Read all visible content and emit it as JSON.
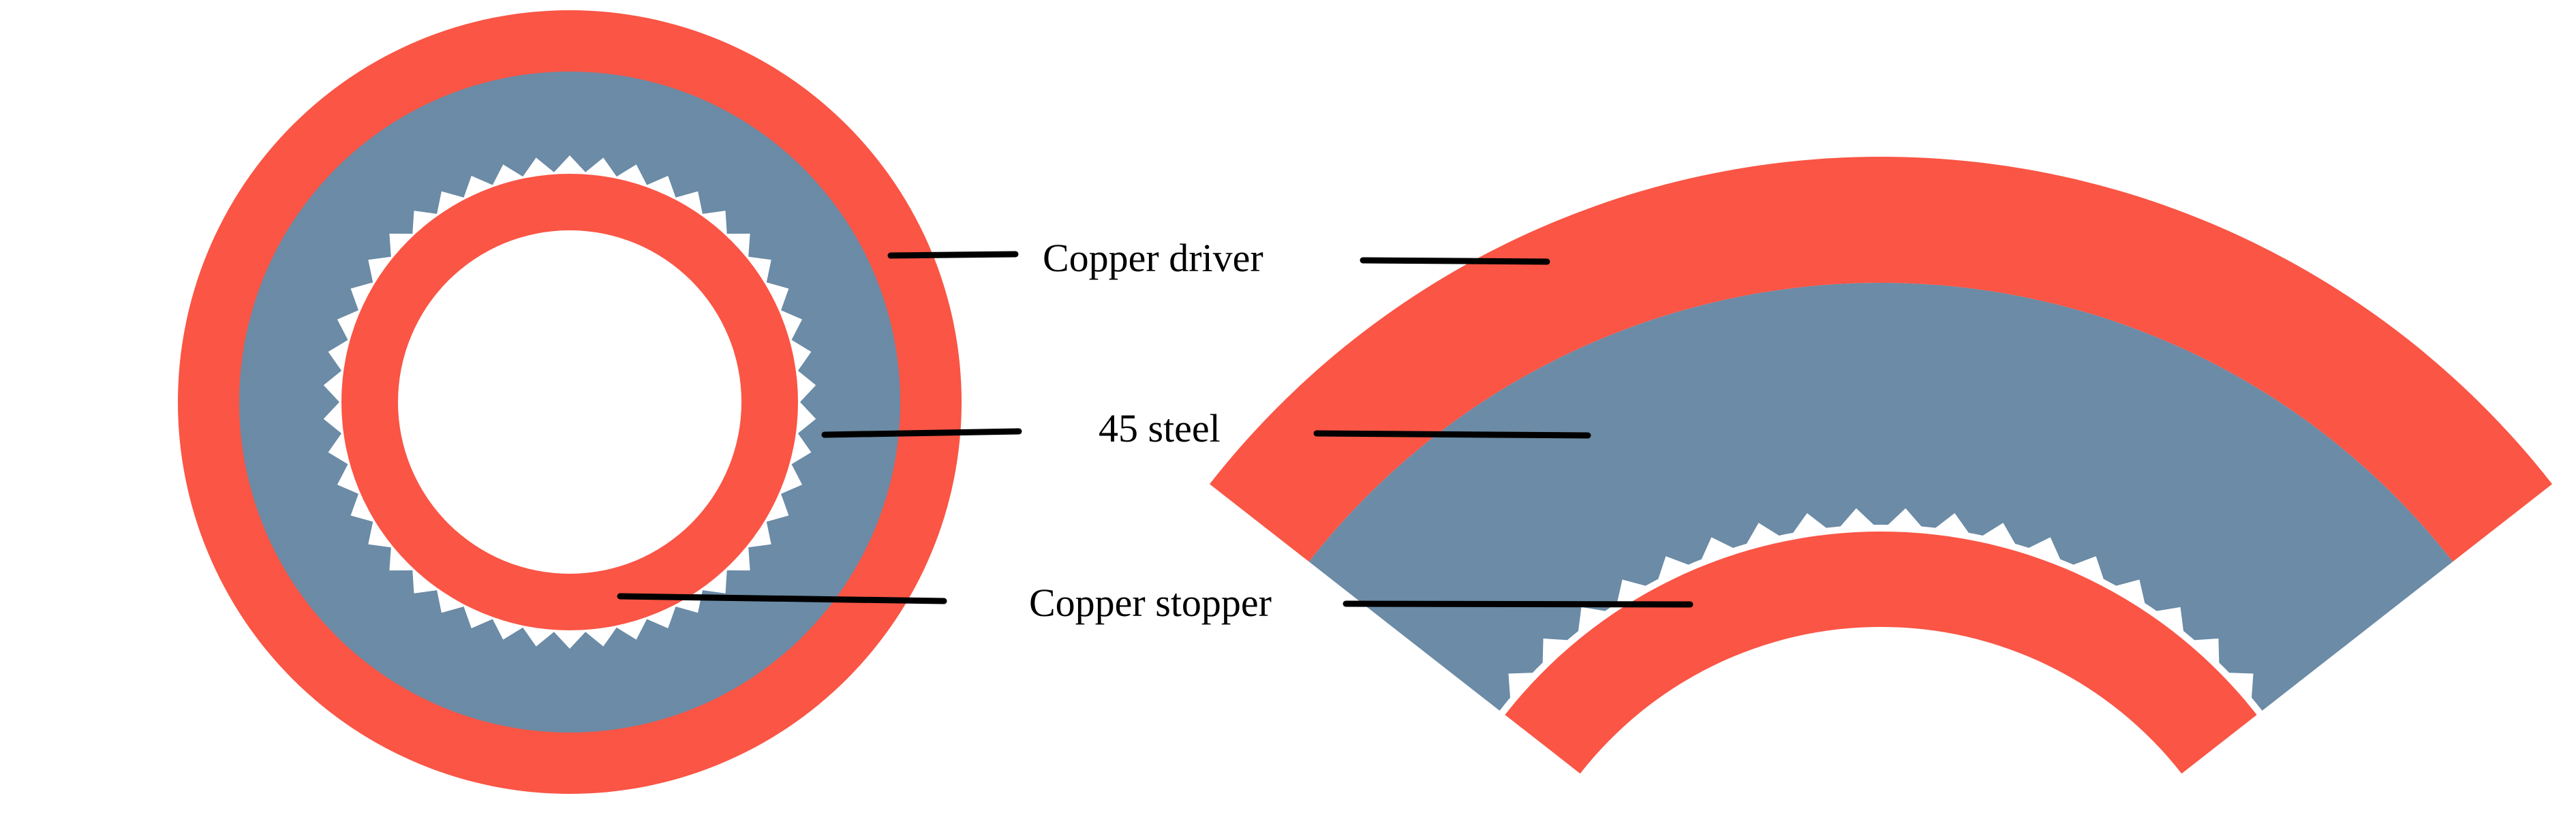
{
  "labels": {
    "copper_driver": "Copper driver",
    "steel": "45 steel",
    "copper_stopper": "Copper stopper"
  },
  "colors": {
    "copper": "#fa5545",
    "steel": "#6b8ba6",
    "background": "#ffffff",
    "leader_line": "#000000"
  },
  "views": {
    "left": "full-ring-cross-section",
    "right": "sector-cross-section"
  }
}
